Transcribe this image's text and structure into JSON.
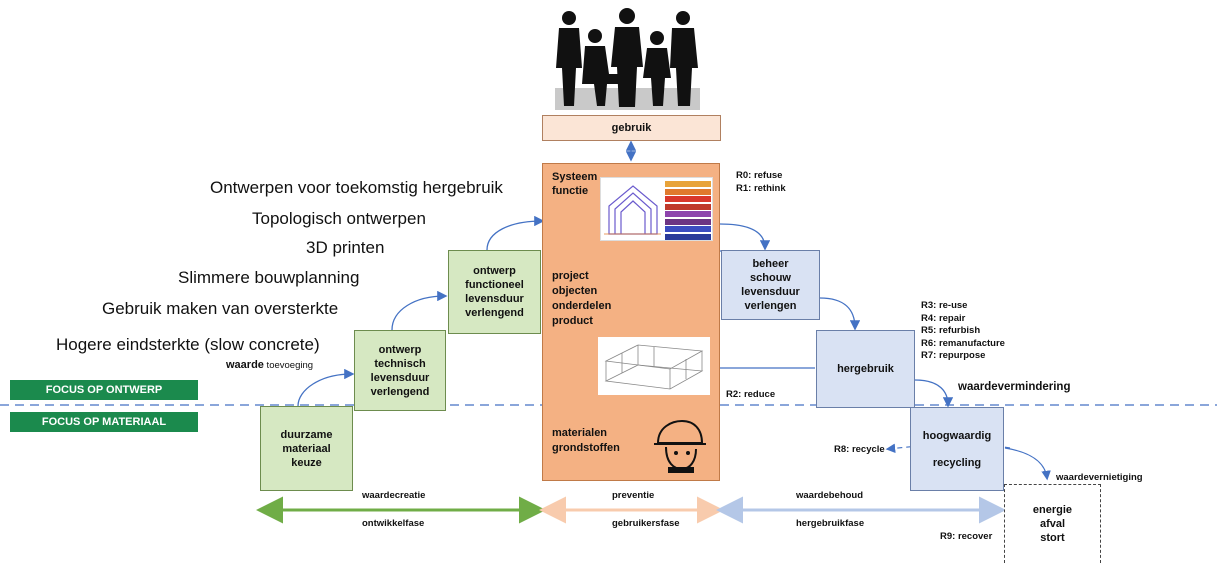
{
  "top": {
    "gebruik": "gebruik"
  },
  "left_list": [
    "Ontwerpen voor toekomstig hergebruik",
    "Topologisch ontwerpen",
    "3D printen",
    "Slimmere bouwplanning",
    "Gebruik maken van oversterkte",
    "Hogere eindsterkte (slow concrete)"
  ],
  "focus": {
    "ontwerp": "FOCUS OP ONTWERP",
    "materiaal": "FOCUS OP MATERIAAL"
  },
  "waarde_toevoeging": {
    "bold": "waarde",
    "rest": " toevoeging"
  },
  "green_boxes": {
    "duurzame": [
      "duurzame",
      "materiaal",
      "keuze"
    ],
    "technisch": [
      "ontwerp",
      "technisch",
      "levensduur",
      "verlengend"
    ],
    "functioneel": [
      "ontwerp",
      "functioneel",
      "levensduur",
      "verlengend"
    ]
  },
  "center": {
    "systeem": [
      "Systeem",
      "functie"
    ],
    "project": [
      "project",
      "objecten",
      "onderdelen",
      "product"
    ],
    "materialen": [
      "materialen",
      "grondstoffen"
    ]
  },
  "blue_boxes": {
    "beheer": [
      "beheer",
      "schouw",
      "levensduur",
      "verlengen"
    ],
    "hergebruik": "hergebruik",
    "hoogwaardig": [
      "hoogwaardig",
      "recycling"
    ]
  },
  "r_labels": {
    "r0": "R0: refuse",
    "r1": "R1: rethink",
    "r2": "R2: reduce",
    "r3_r7": [
      "R3: re-use",
      "R4: repair",
      "R5: refurbish",
      "R6: remanufacture",
      "R7: repurpose"
    ],
    "r8": "R8: recycle",
    "r9": "R9: recover"
  },
  "waardevermindering": "waardevermindering",
  "waardevernietiging": "waardevernietiging",
  "energie": [
    "energie",
    "afval",
    "stort"
  ],
  "bottom": {
    "waardecreatie": "waardecreatie",
    "ontwikkelfase": "ontwikkelfase",
    "preventie": "preventie",
    "gebruikersfase": "gebruikersfase",
    "waardebehoud": "waardebehoud",
    "hergebruikfase": "hergebruikfase"
  },
  "colors": {
    "green_fill": "#d6e8c2",
    "blue_fill": "#d9e2f3",
    "orange_fill": "#f4b183",
    "gebruik_fill": "#fbe5d6",
    "focus_green": "#1b8a4d",
    "arrow_blue": "#4472c4",
    "phase_green": "#70ad47",
    "phase_orange": "#f8cbad",
    "phase_blue": "#b4c7e7"
  },
  "icons": [
    "business-people-silhouette",
    "house-diagram-icon",
    "building-frame-icon",
    "worker-helmet-icon"
  ],
  "house_legend": [
    "",
    "",
    "",
    "",
    "",
    "",
    "",
    ""
  ]
}
